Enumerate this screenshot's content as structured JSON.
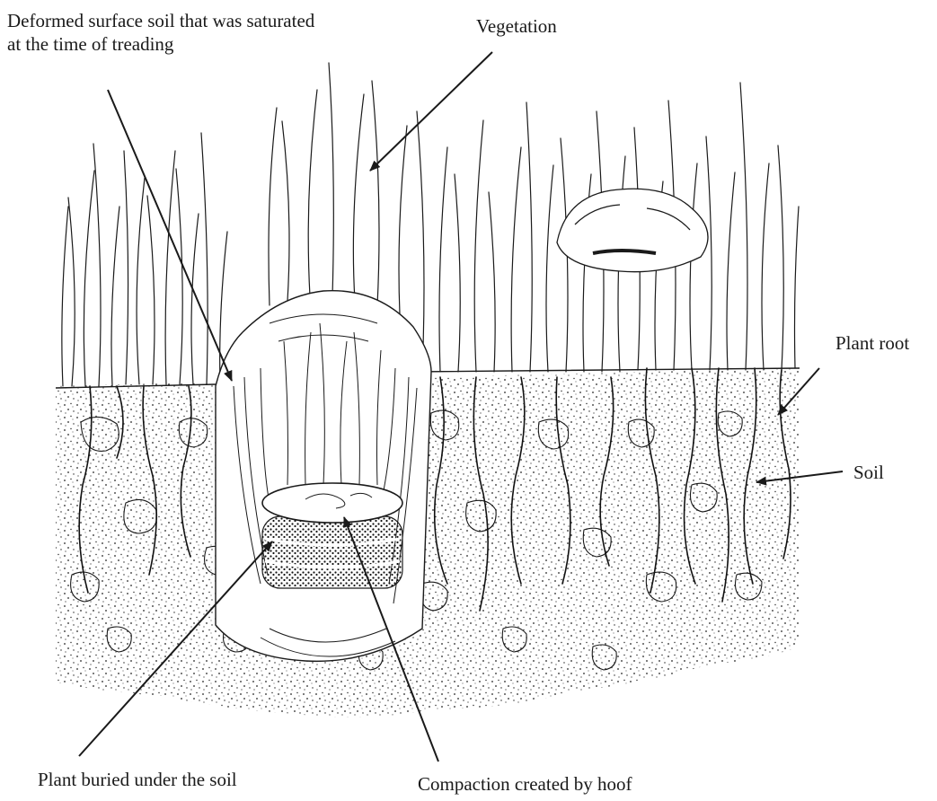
{
  "labels": {
    "deformed_line1": "Deformed surface soil that was saturated",
    "deformed_line2": "at the time of treading",
    "vegetation": "Vegetation",
    "plant_root": "Plant root",
    "soil": "Soil",
    "plant_buried": "Plant buried under the soil",
    "compaction": "Compaction created by hoof"
  },
  "colors": {
    "ink": "#1a1a1a",
    "paper": "#ffffff"
  }
}
